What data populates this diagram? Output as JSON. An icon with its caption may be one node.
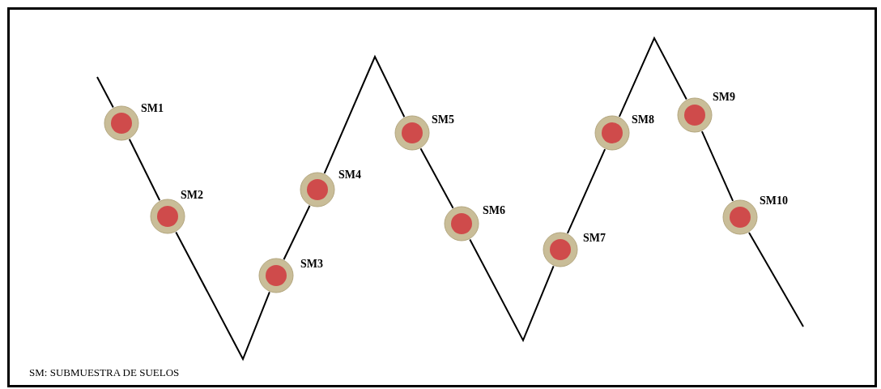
{
  "diagram": {
    "nodes": [
      {
        "text": [],
        "shape": "circle",
        "beside": [
          "SM1"
        ]
      },
      {
        "text": [],
        "shape": "circle",
        "beside": [
          "SM2"
        ]
      },
      {
        "text": [],
        "shape": "circle",
        "beside": [
          "SM3"
        ]
      },
      {
        "text": [],
        "shape": "circle",
        "beside": [
          "SM4"
        ]
      },
      {
        "text": [],
        "shape": "circle",
        "beside": [
          "SM5"
        ]
      },
      {
        "text": [],
        "shape": "circle",
        "beside": [
          "SM6"
        ]
      },
      {
        "text": [],
        "shape": "circle",
        "beside": [
          "SM7"
        ]
      },
      {
        "text": [],
        "shape": "circle",
        "beside": [
          "SM8"
        ]
      },
      {
        "text": [],
        "shape": "circle",
        "beside": [
          "SM9"
        ]
      },
      {
        "text": [],
        "shape": "circle",
        "beside": [
          "SM10"
        ]
      }
    ],
    "edges": [
      {
        "from": null,
        "to": 0,
        "arrow": "none"
      },
      {
        "from": 0,
        "to": 1,
        "arrow": "none"
      },
      {
        "from": 1,
        "to": 2,
        "arrow": "none"
      },
      {
        "from": 2,
        "to": 3,
        "arrow": "none"
      },
      {
        "from": 3,
        "to": 4,
        "arrow": "none"
      },
      {
        "from": 4,
        "to": 5,
        "arrow": "none"
      },
      {
        "from": 5,
        "to": 6,
        "arrow": "none"
      },
      {
        "from": 6,
        "to": 7,
        "arrow": "none"
      },
      {
        "from": 7,
        "to": 8,
        "arrow": "none"
      },
      {
        "from": 8,
        "to": 9,
        "arrow": "none"
      },
      {
        "from": 9,
        "to": null,
        "arrow": "none"
      }
    ],
    "labels": [
      "SM: SUBMUESTRA DE SUELOS"
    ]
  }
}
